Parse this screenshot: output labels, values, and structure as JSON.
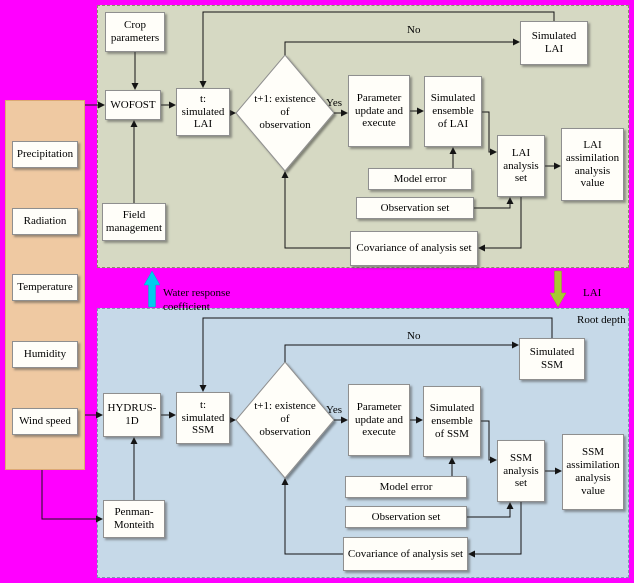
{
  "left_inputs": {
    "items": [
      "Precipitation",
      "Radiation",
      "Temperature",
      "Humidity",
      "Wind speed"
    ]
  },
  "middle": {
    "up_arrow_label": "Water response coefficient",
    "down_arrow_label_line1": "LAI",
    "down_arrow_label_line2": "Root depth"
  },
  "top_panel": {
    "crop_parameters": "Crop parameters",
    "model": "WOFOST",
    "field_management": "Field management",
    "t_simulated": "t: simulated LAI",
    "decision": "t+1: existence of observation",
    "yes": "Yes",
    "no": "No",
    "parameter_update": "Parameter update and execute",
    "simulated_ensemble": "Simulated ensemble of LAI",
    "model_error": "Model error",
    "observation_set": "Observation set",
    "covariance": "Covariance of analysis set",
    "analysis_set": "LAI analysis set",
    "assimilation_value": "LAI assimilation analysis value",
    "simulated_output": "Simulated LAI"
  },
  "bottom_panel": {
    "model": "HYDRUS-1D",
    "et_model": "Penman-Monteith",
    "t_simulated": "t: simulated SSM",
    "decision": "t+1: existence of observation",
    "yes": "Yes",
    "no": "No",
    "parameter_update": "Parameter update and execute",
    "simulated_ensemble": "Simulated ensemble of SSM",
    "model_error": "Model error",
    "observation_set": "Observation set",
    "covariance": "Covariance of analysis set",
    "analysis_set": "SSM analysis set",
    "assimilation_value": "SSM assimilation analysis value",
    "simulated_output": "Simulated SSM"
  },
  "colors": {
    "background": "#ff00ff",
    "left_panel": "#efc9a2",
    "top_panel": "#d6d9c3",
    "bottom_panel": "#c6d9e8",
    "box_bg": "#fffef9",
    "line": "#141414",
    "up_arrow": "#00ccee",
    "down_arrow": "#a8c832"
  }
}
